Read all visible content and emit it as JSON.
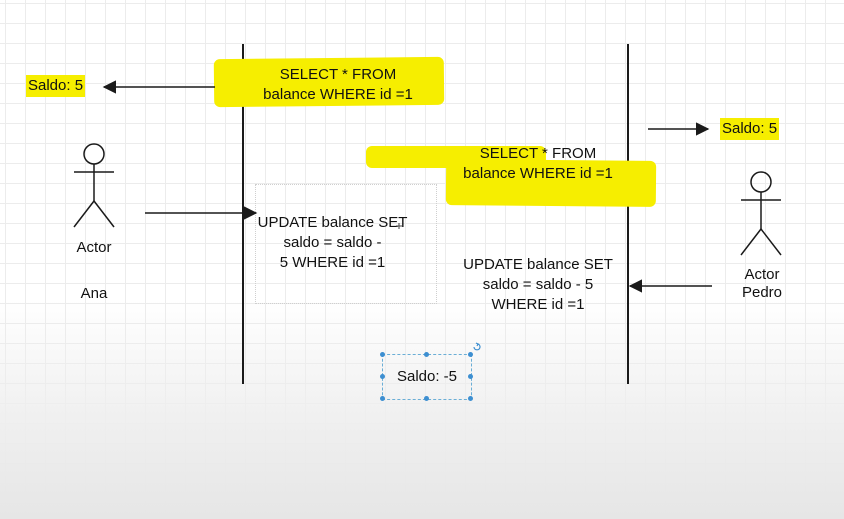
{
  "diagram": {
    "actors": [
      {
        "id": "ana",
        "role": "Actor",
        "name": "Ana"
      },
      {
        "id": "pedro",
        "role": "Actor",
        "name": "Pedro"
      }
    ],
    "messages": {
      "ana_select": [
        "SELECT * FROM",
        "balance WHERE id =1"
      ],
      "pedro_select": [
        "SELECT * FROM",
        "balance WHERE id =1"
      ],
      "ana_update": [
        "UPDATE balance SET",
        "saldo = saldo -",
        "5 WHERE id =1"
      ],
      "pedro_update": [
        "UPDATE balance SET",
        "saldo = saldo - 5",
        "WHERE id =1"
      ]
    },
    "results": {
      "ana_saldo": "Saldo: 5",
      "pedro_saldo": "Saldo: 5",
      "final_saldo": "Saldo: -5"
    }
  },
  "colors": {
    "highlight": "#f6ee00",
    "selection": "#3d8fd1",
    "line": "#1a1a1a"
  }
}
